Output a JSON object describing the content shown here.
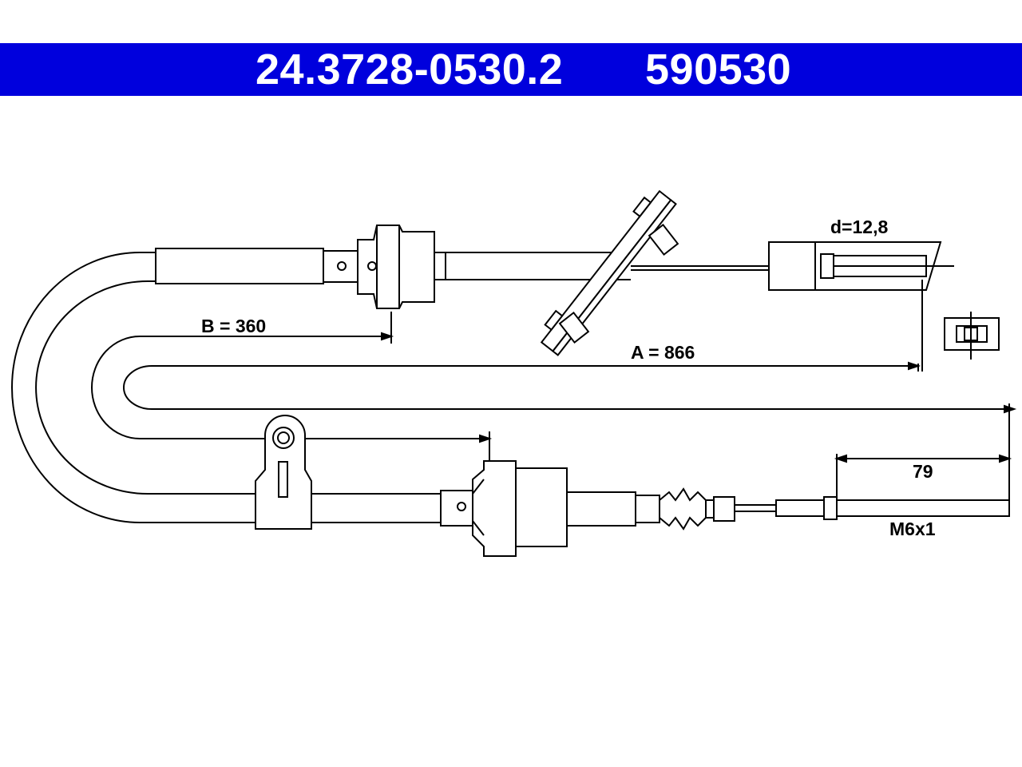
{
  "header": {
    "part_number": "24.3728-0530.2",
    "reference_number": "590530",
    "background_color": "#0000dd"
  },
  "dimensions": {
    "d": "d=12,8",
    "b": "B = 360",
    "a": "A = 866",
    "end_length": "79",
    "thread": "M6x1"
  }
}
